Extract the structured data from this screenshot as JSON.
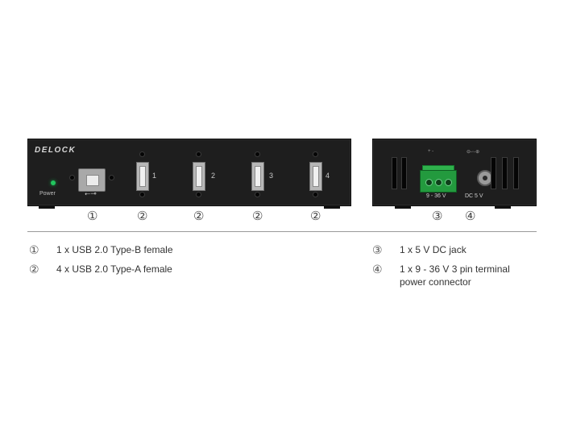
{
  "front_panel": {
    "logo": "DELOCK",
    "power_label": "Power",
    "usb_symbol": "⭠⊸",
    "port_numbers": [
      "1",
      "2",
      "3",
      "4"
    ]
  },
  "back_panel": {
    "terminal_label": "9 - 36 V",
    "dc_label": "DC 5 V",
    "terminal_symbol": "+  -",
    "dc_symbol": "⊖-◦-⊕"
  },
  "callouts": {
    "front": [
      "①",
      "②",
      "②",
      "②",
      "②"
    ],
    "back": [
      "③",
      "④"
    ]
  },
  "legend": [
    {
      "num": "①",
      "text": "1 x USB 2.0 Type-B female"
    },
    {
      "num": "②",
      "text": "4 x USB 2.0 Type-A female"
    },
    {
      "num": "③",
      "text": "1 x 5 V DC jack"
    },
    {
      "num": "④",
      "text": "1 x 9 - 36 V 3 pin terminal power connector"
    }
  ],
  "colors": {
    "device": "#1e1e1e",
    "led": "#22c55e",
    "terminal": "#239a3e"
  }
}
